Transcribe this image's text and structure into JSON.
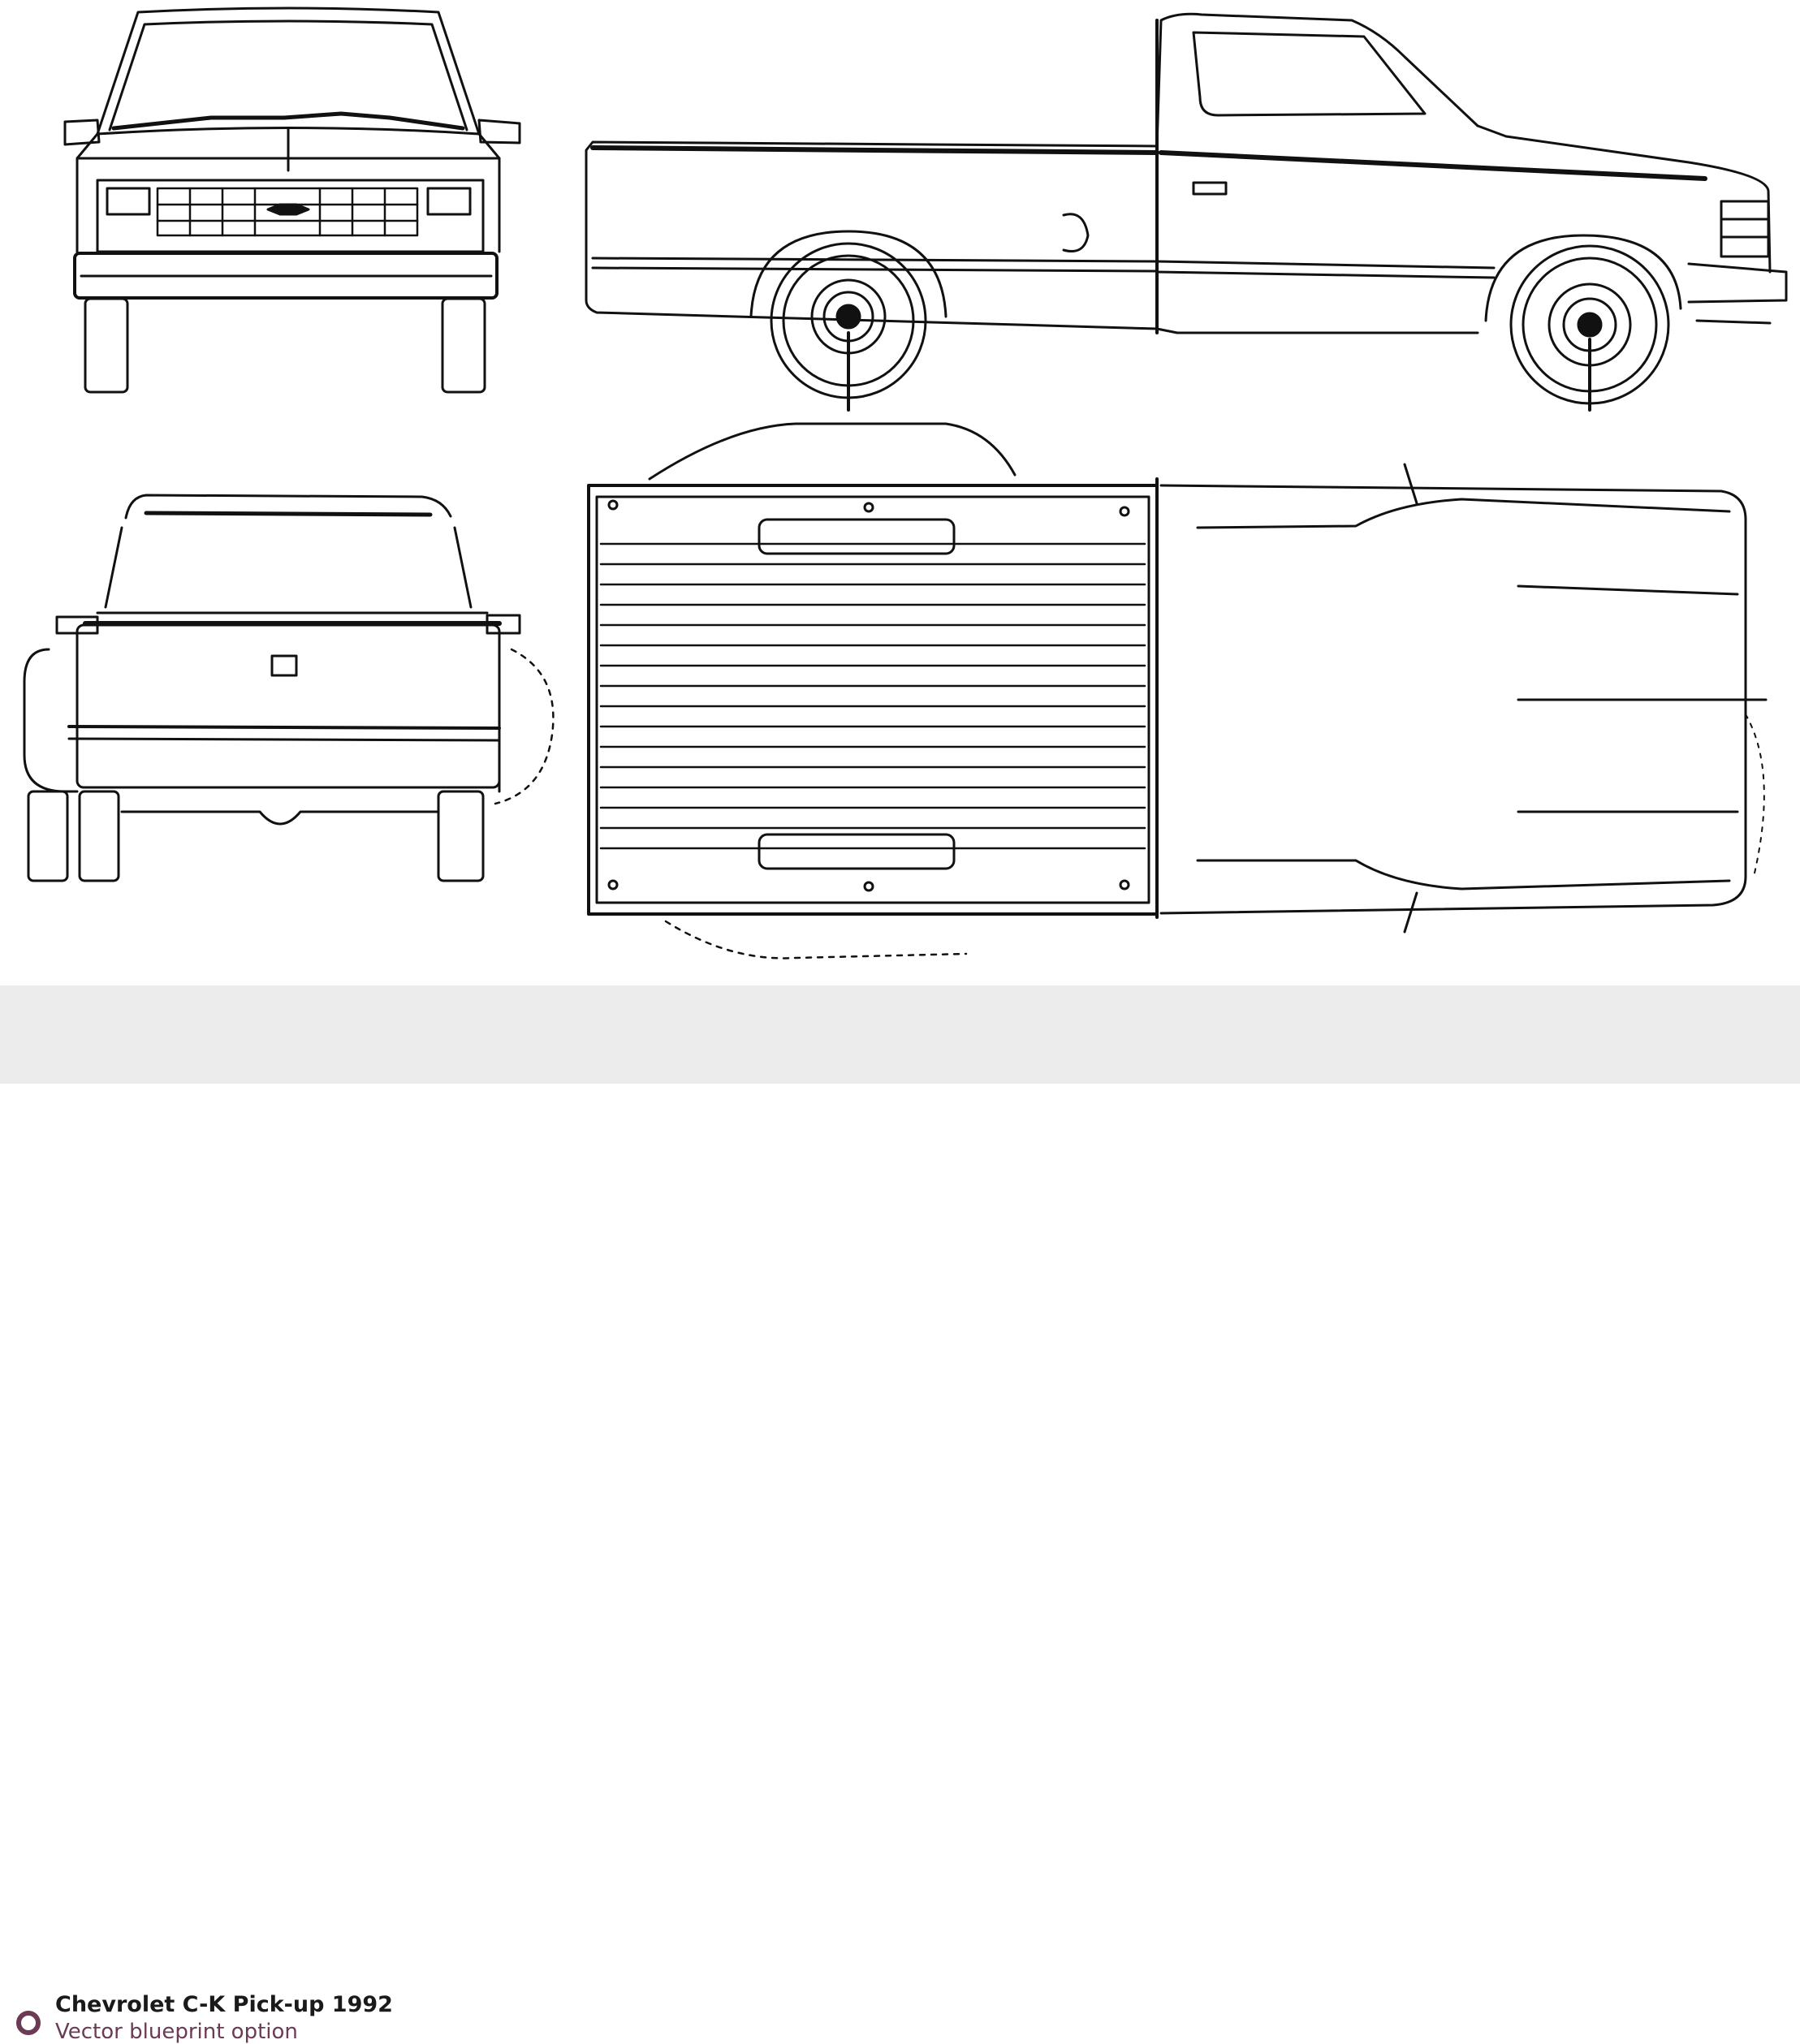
{
  "caption": {
    "title": "Chevrolet C-K Pick-up 1992",
    "subtitle": "Vector blueprint option",
    "badge_icon": "circle-ring-icon",
    "badge_color": "#6b3a55"
  },
  "blueprint": {
    "views": [
      "front-view",
      "side-view",
      "rear-view",
      "top-view"
    ],
    "line_color": "#111111",
    "background": "#ffffff"
  }
}
